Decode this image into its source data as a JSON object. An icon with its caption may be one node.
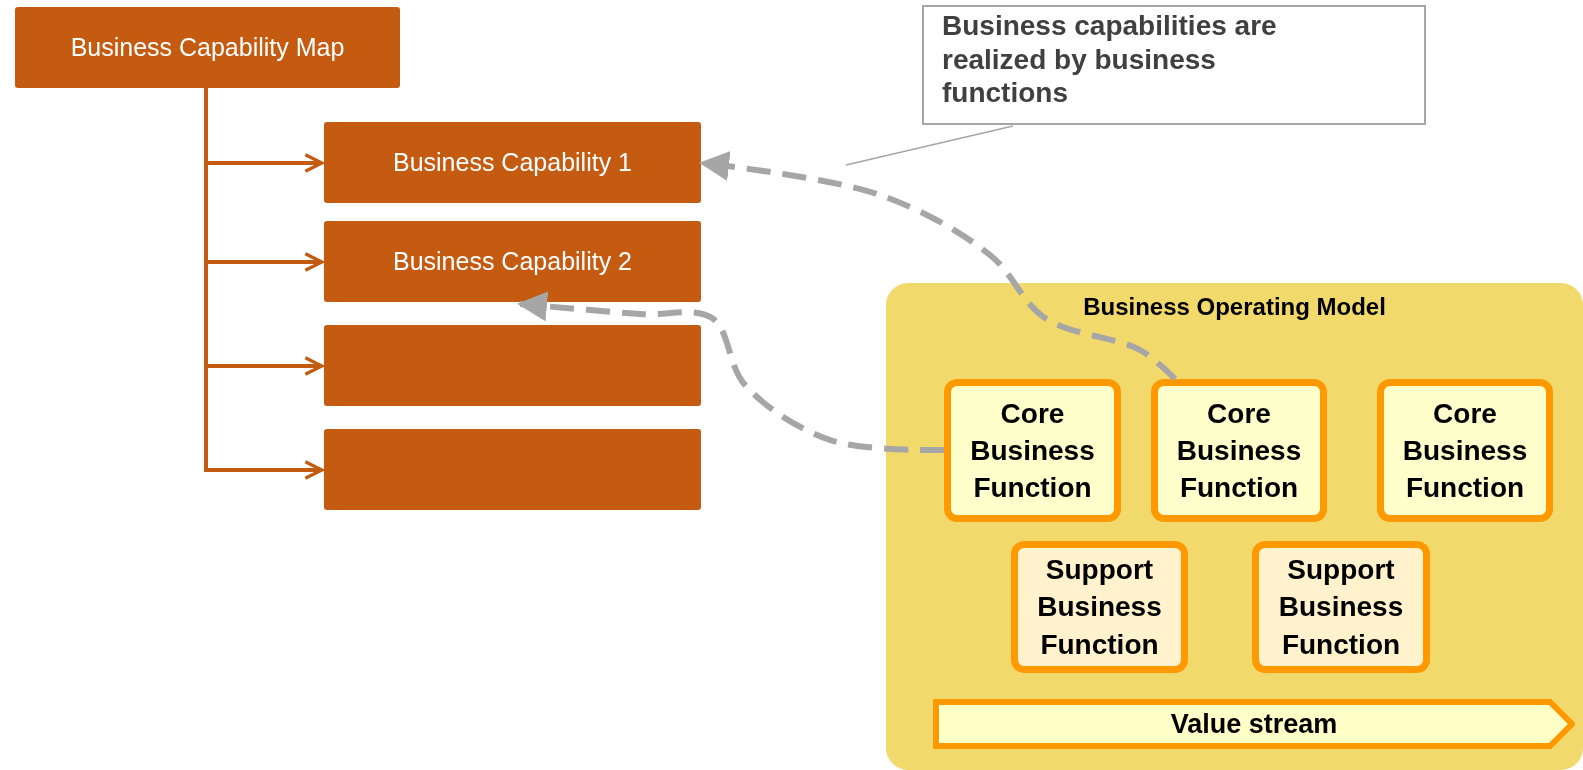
{
  "diagram": {
    "nodes": [
      {
        "text": [
          "Business Capability Map"
        ]
      },
      {
        "text": [
          "Business Capability 1"
        ]
      },
      {
        "text": [
          "Business Capability 2"
        ]
      },
      {
        "text": [],
        "shape": "box"
      },
      {
        "text": [],
        "shape": "box"
      },
      {
        "text": [
          "Business capabilities are realized by business functions"
        ]
      },
      {
        "text": [
          "Business Operating Model"
        ]
      },
      {
        "text": [
          "Core Business Function"
        ],
        "in": 6
      },
      {
        "text": [
          "Core Business Function"
        ],
        "in": 6
      },
      {
        "text": [
          "Core Business Function"
        ],
        "in": 6
      },
      {
        "text": [
          "Support Business Function"
        ],
        "in": 6
      },
      {
        "text": [
          "Support Business Function"
        ],
        "in": 6
      },
      {
        "text": [
          "Value stream"
        ],
        "in": 6
      }
    ],
    "edges": [
      {
        "from": 0,
        "to": 1,
        "arrow": "to"
      },
      {
        "from": 0,
        "to": 2,
        "arrow": "to"
      },
      {
        "from": 0,
        "to": 3,
        "arrow": "to"
      },
      {
        "from": 0,
        "to": 4,
        "arrow": "to"
      },
      {
        "from": 8,
        "to": 1,
        "arrow": "to",
        "style": "dashed",
        "color": "#a6a6a6"
      },
      {
        "from": 7,
        "to": 2,
        "arrow": "to",
        "style": "dashed",
        "color": "#a6a6a6"
      },
      {
        "from": 5,
        "to": null,
        "arrow": "none",
        "color": "#a6a6a6"
      }
    ]
  }
}
